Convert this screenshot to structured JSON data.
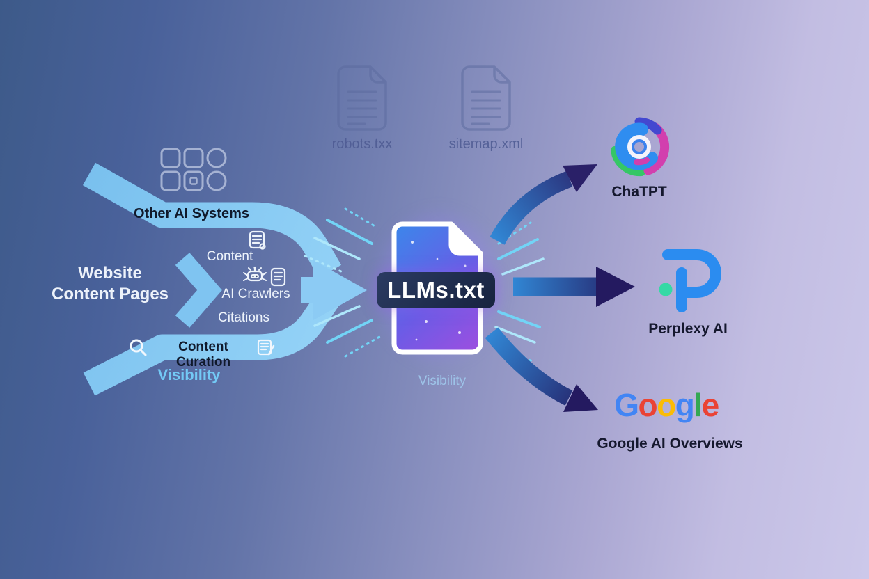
{
  "ghost_files": {
    "items": [
      {
        "label": "robots.txx"
      },
      {
        "label": "sitemap.xml"
      }
    ]
  },
  "left_flow": {
    "source_line1": "Website",
    "source_line2": "Content Pages",
    "other_ai_systems_label": "Other AI Systems",
    "content_label": "Content",
    "ai_crawlers_label": "AI Crawlers",
    "citations_label": "Citations",
    "content_curation_label": "Content Curation",
    "visibility_label": "Visibility"
  },
  "center_file": {
    "badge_label": "LLMs.txt",
    "visibility_label": "Visibility"
  },
  "destinations": {
    "chatgpt_label": "ChaTPT",
    "perplexity_label": "Perplexy AI",
    "google_overviews_label": "Google AI Overviews",
    "google_letters": [
      {
        "char": "G",
        "color": "#4285F4"
      },
      {
        "char": "o",
        "color": "#EA4335"
      },
      {
        "char": "o",
        "color": "#FBBC05"
      },
      {
        "char": "g",
        "color": "#4285F4"
      },
      {
        "char": "l",
        "color": "#34A853"
      },
      {
        "char": "e",
        "color": "#EA4335"
      }
    ]
  },
  "colors": {
    "background_left": "#3d5a89",
    "background_right": "#ccc8ea",
    "flow_band": "#82c6f1",
    "ray_blue": "#72d4f6",
    "arrow_gradient_start": "#3186d4",
    "arrow_gradient_end": "#241a60",
    "file_gradient_top": "#3d85ea",
    "file_gradient_bottom": "#9b4fe0",
    "badge_background": "#1f2d4e",
    "visibility_text": "#73c9f5",
    "chatgpt_logo": {
      "blue": "#2f8df0",
      "indigo": "#4348d0",
      "magenta": "#d23fae",
      "green": "#35c766"
    },
    "perplexity_logo": {
      "blue": "#2b8cf0",
      "teal": "#35d9a5"
    }
  }
}
